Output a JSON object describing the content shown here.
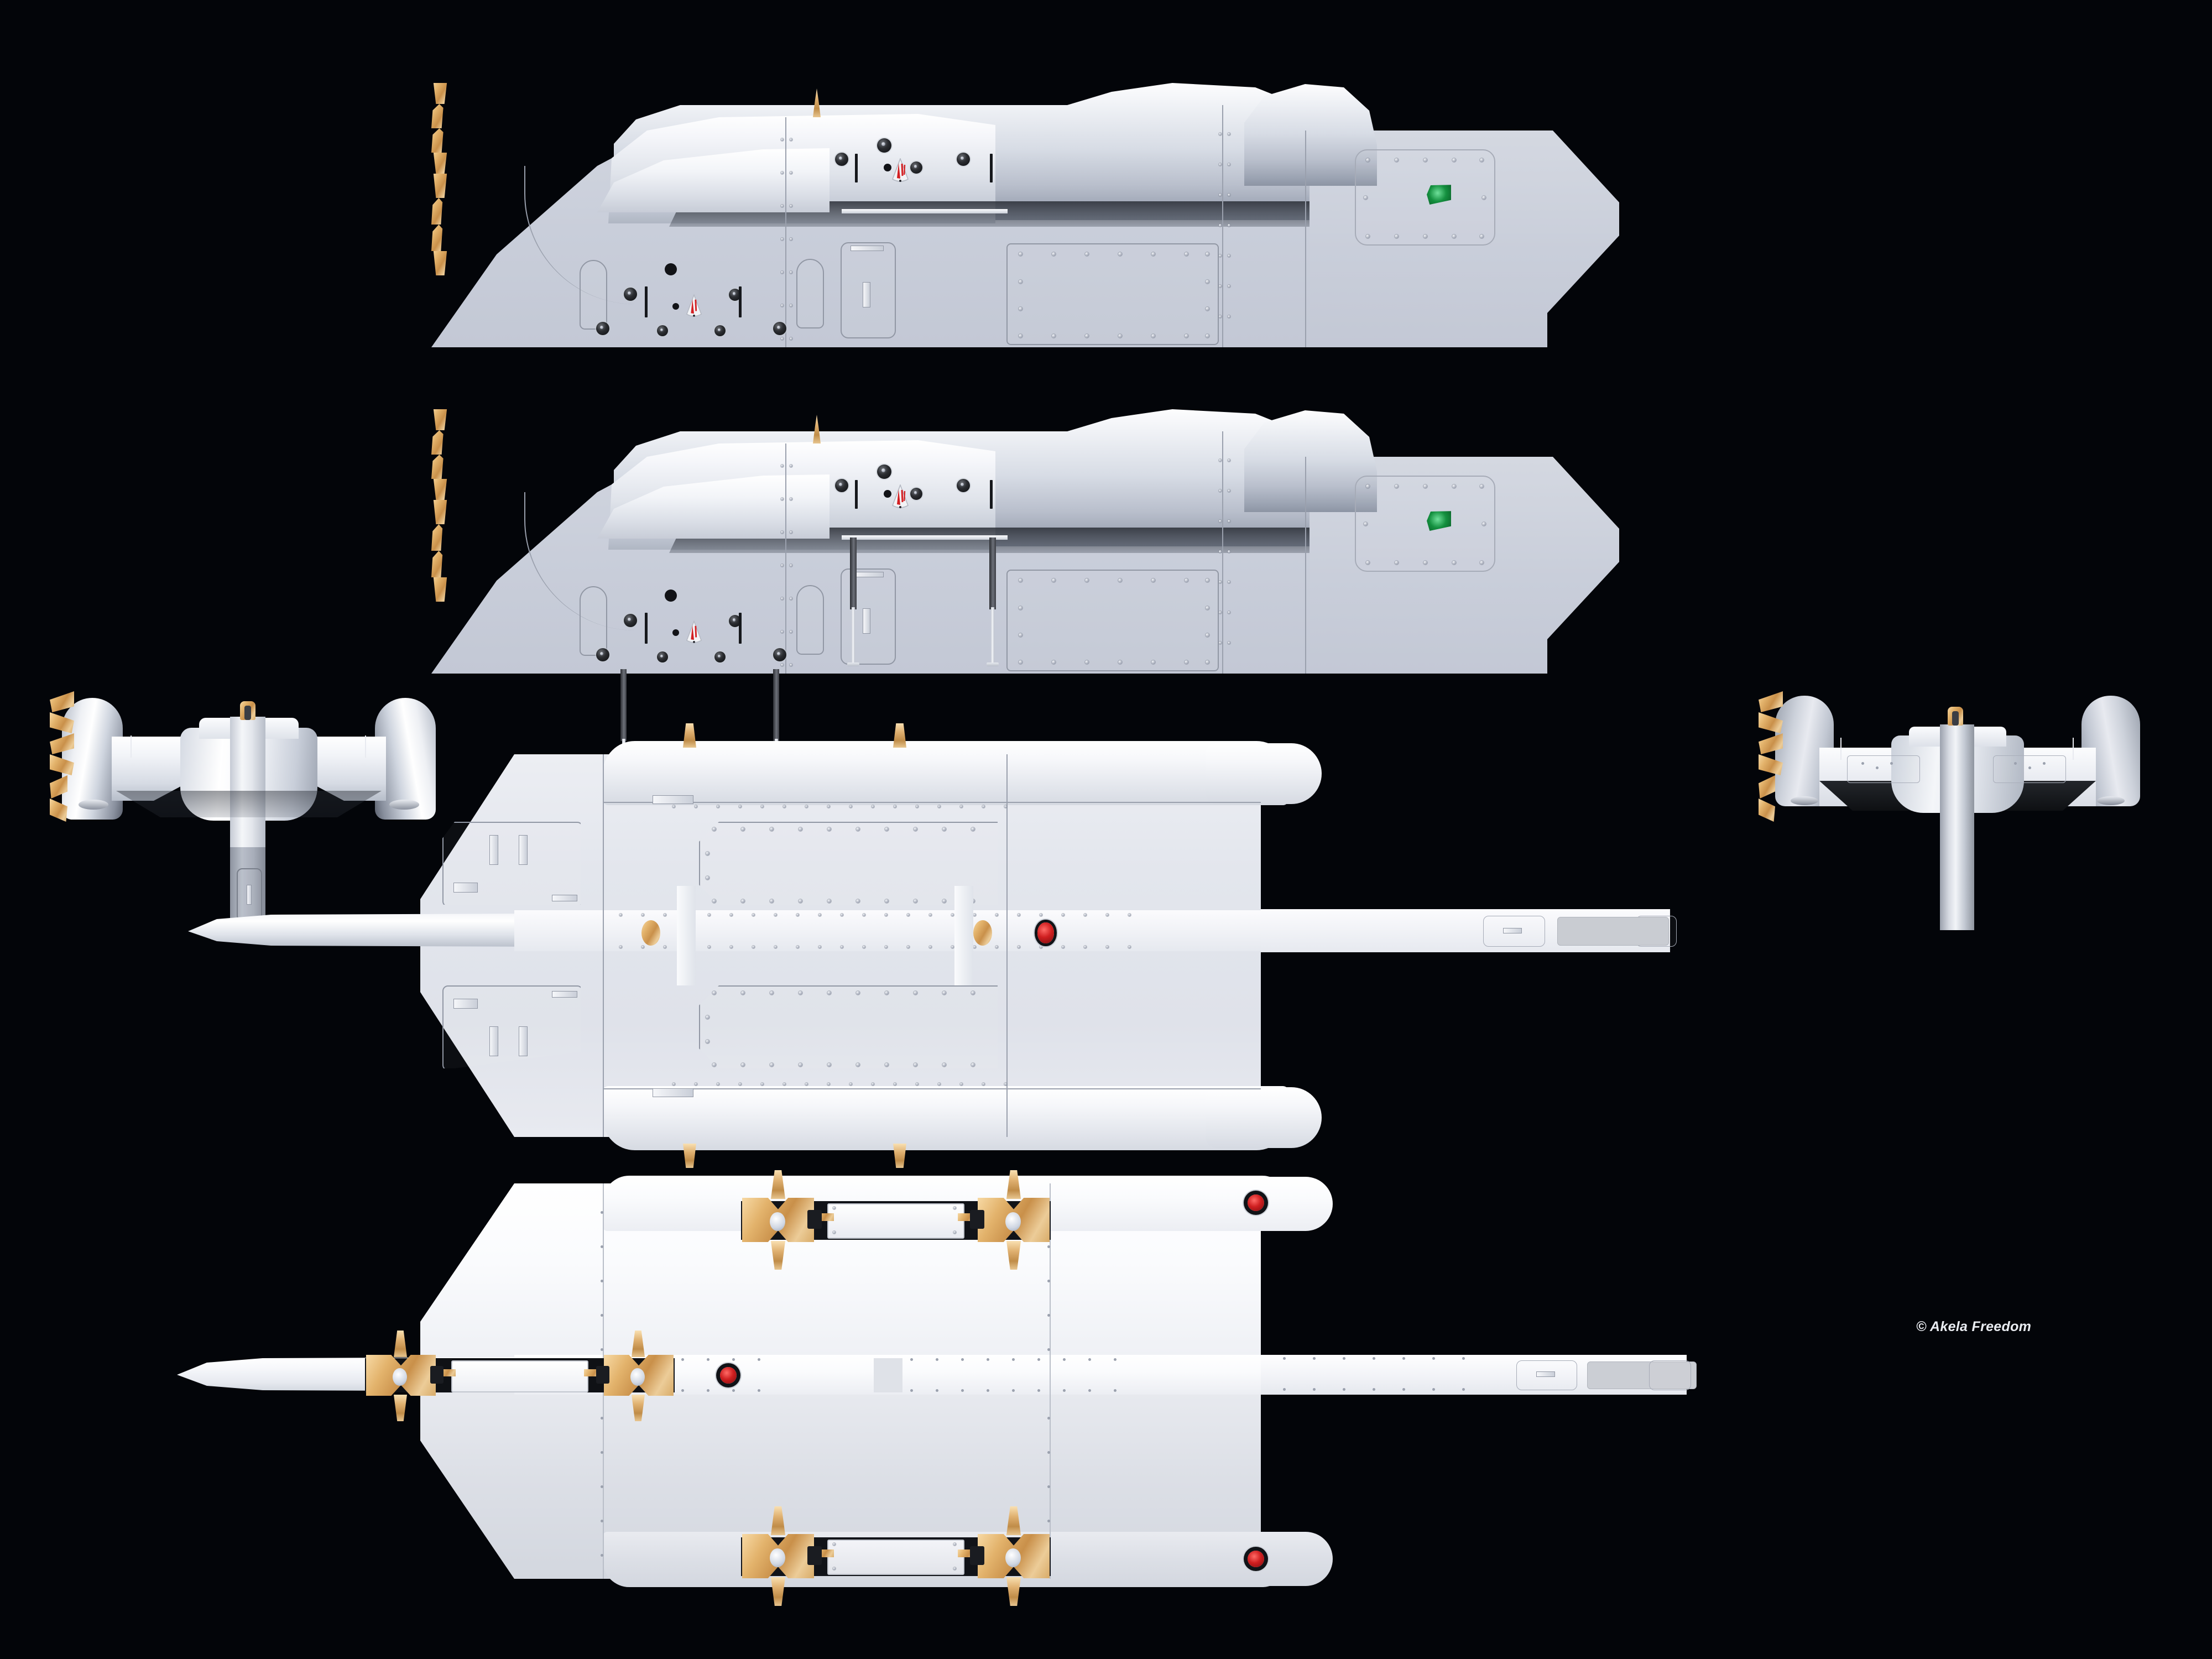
{
  "scene": {
    "background_color": "#030509",
    "subject": "VTOL UAV orthographic multi-view render",
    "watermark": "© Akela Freedom",
    "watermark_color": "#e9ecf1"
  },
  "palette": {
    "airframe_white": "#e8eaf0",
    "airframe_shadow": "#c3c8d5",
    "gold_hardware": "#d8ab68",
    "strut_dark": "#3a3c42",
    "strut_bright": "#dfe2e9",
    "nav_light_green": "#14903f",
    "nav_light_red": "#cf1f20",
    "warning_red": "#d31f22",
    "panel_line": "#9aa0ad"
  },
  "views": [
    {
      "id": "side-gear-up",
      "name": "Side elevation — landing gear retracted",
      "gear_state": "retracted"
    },
    {
      "id": "side-gear-down",
      "name": "Side elevation — landing gear extended",
      "gear_state": "extended"
    },
    {
      "id": "front",
      "name": "Front elevation"
    },
    {
      "id": "rear",
      "name": "Rear elevation"
    },
    {
      "id": "top",
      "name": "Top plan view"
    },
    {
      "id": "bottom",
      "name": "Bottom plan view"
    }
  ],
  "features": {
    "nose_probe": "pitot boom",
    "dorsal_antenna": "blade antenna",
    "tail_access_panel": "bolted rectangular access hatch",
    "nav_light_green_label": "starboard navigation light",
    "nav_light_red_label": "tail beacon",
    "warning_decal": "red chevron warning placard",
    "gear_legs": 4,
    "rotor_nacelles": 2,
    "gold_fittings": "brass tilt-rotor / gear fittings"
  }
}
